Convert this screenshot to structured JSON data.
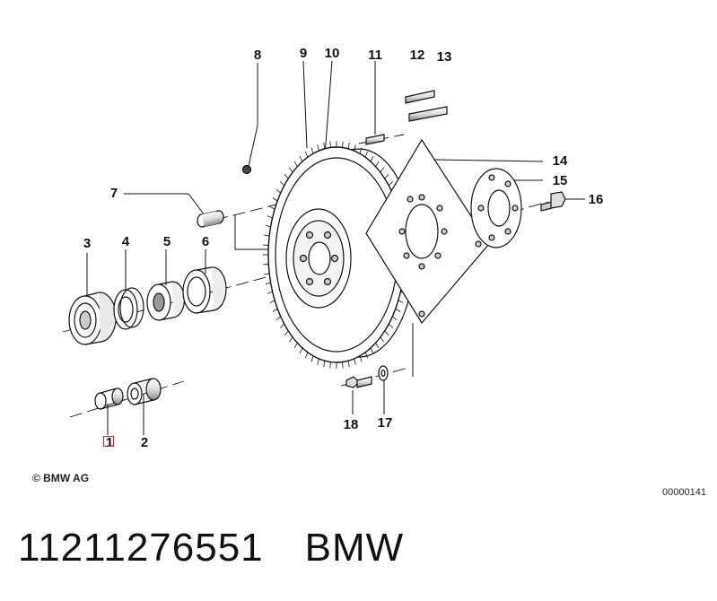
{
  "diagram": {
    "callouts": [
      "1",
      "2",
      "3",
      "4",
      "5",
      "6",
      "7",
      "8",
      "9",
      "10",
      "11",
      "12",
      "13",
      "14",
      "15",
      "16",
      "17",
      "18"
    ],
    "highlighted_callout": "1",
    "highlight_color": "#e02020",
    "line_color": "#111111"
  },
  "copyright": "© BMW AG",
  "diagram_code": "00000141",
  "footer": {
    "part_number": "11211276551",
    "brand": "BMW"
  }
}
